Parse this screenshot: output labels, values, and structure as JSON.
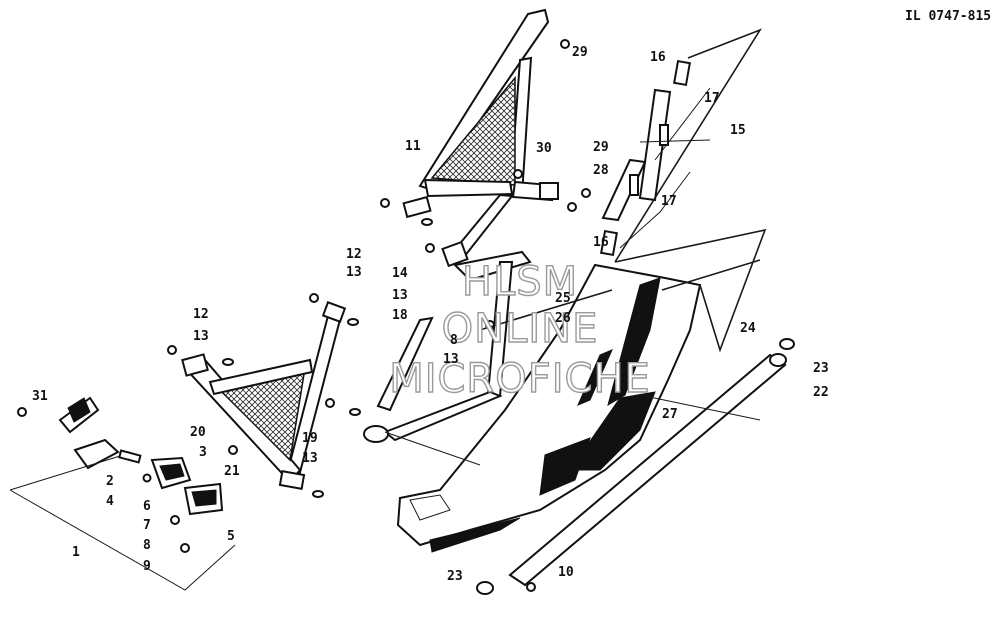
{
  "illustration_code": "IL 0747-815",
  "watermark": {
    "line1": "HLSM",
    "line2": "ONLINE",
    "line3": "MICROFICHE"
  },
  "callouts": [
    {
      "id": "c1",
      "label": "1"
    },
    {
      "id": "c2",
      "label": "2"
    },
    {
      "id": "c3",
      "label": "3"
    },
    {
      "id": "c4",
      "label": "4"
    },
    {
      "id": "c5",
      "label": "5"
    },
    {
      "id": "c6",
      "label": "6"
    },
    {
      "id": "c7",
      "label": "7"
    },
    {
      "id": "c8",
      "label": "8"
    },
    {
      "id": "c9",
      "label": "9"
    },
    {
      "id": "c10",
      "label": "10"
    },
    {
      "id": "c11",
      "label": "11"
    },
    {
      "id": "c12a",
      "label": "12"
    },
    {
      "id": "c13a",
      "label": "13"
    },
    {
      "id": "c12b",
      "label": "12"
    },
    {
      "id": "c13b",
      "label": "13"
    },
    {
      "id": "c14",
      "label": "14"
    },
    {
      "id": "c13c",
      "label": "13"
    },
    {
      "id": "c18",
      "label": "18"
    },
    {
      "id": "c8b",
      "label": "8"
    },
    {
      "id": "c13d",
      "label": "13"
    },
    {
      "id": "c19",
      "label": "19"
    },
    {
      "id": "c13e",
      "label": "13"
    },
    {
      "id": "c15",
      "label": "15"
    },
    {
      "id": "c16a",
      "label": "16"
    },
    {
      "id": "c16b",
      "label": "16"
    },
    {
      "id": "c17a",
      "label": "17"
    },
    {
      "id": "c17b",
      "label": "17"
    },
    {
      "id": "c20",
      "label": "20"
    },
    {
      "id": "c21",
      "label": "21"
    },
    {
      "id": "c22",
      "label": "22"
    },
    {
      "id": "c23a",
      "label": "23"
    },
    {
      "id": "c23b",
      "label": "23"
    },
    {
      "id": "c24",
      "label": "24"
    },
    {
      "id": "c25",
      "label": "25"
    },
    {
      "id": "c26",
      "label": "26"
    },
    {
      "id": "c27",
      "label": "27"
    },
    {
      "id": "c28",
      "label": "28"
    },
    {
      "id": "c29a",
      "label": "29"
    },
    {
      "id": "c29b",
      "label": "29"
    },
    {
      "id": "c30",
      "label": "30"
    },
    {
      "id": "c31",
      "label": "31"
    }
  ]
}
